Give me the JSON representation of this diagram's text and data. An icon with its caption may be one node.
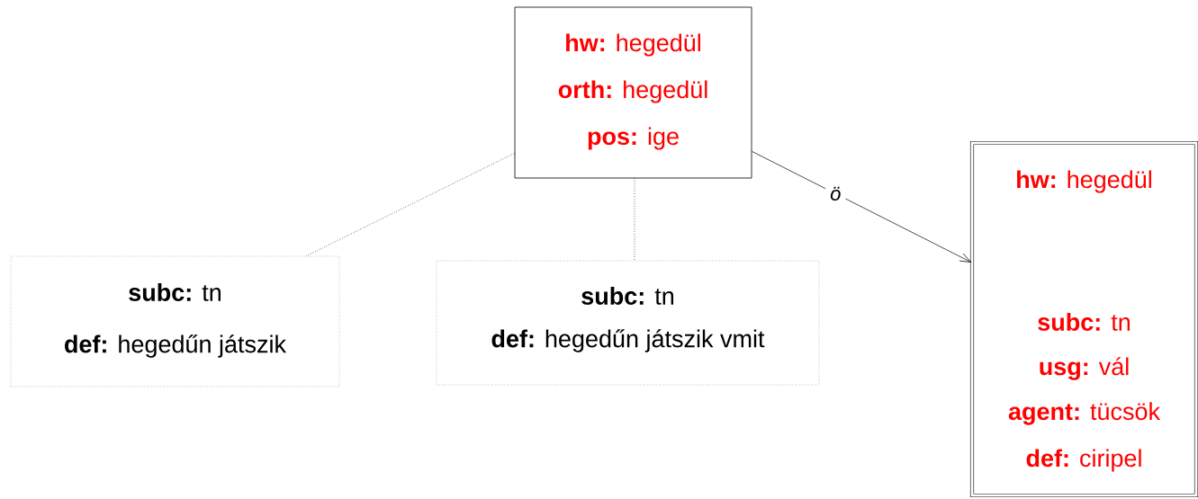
{
  "diagram": {
    "nodes": [
      {
        "text": [
          "**hw:** hegedül",
          "**orth:** hegedül",
          "**pos:** ige"
        ]
      },
      {
        "text": [
          "**subc:** tn",
          "**def:** hegedűn játszik"
        ]
      },
      {
        "text": [
          "**subc:** tn",
          "**def:** hegedűn játszik vmit"
        ]
      },
      {
        "text": [
          "**hw:** hegedül",
          "**subc:** tn",
          "**usg:** vál",
          "**agent:** tücsök",
          "**def:** ciripel"
        ]
      }
    ],
    "edges": [
      {
        "from": 0,
        "to": 1,
        "arrow": "none",
        "style": "dashed"
      },
      {
        "from": 0,
        "to": 2,
        "arrow": "none",
        "style": "dashed"
      },
      {
        "from": 0,
        "to": 3,
        "arrow": "to",
        "label": "ö"
      }
    ]
  }
}
